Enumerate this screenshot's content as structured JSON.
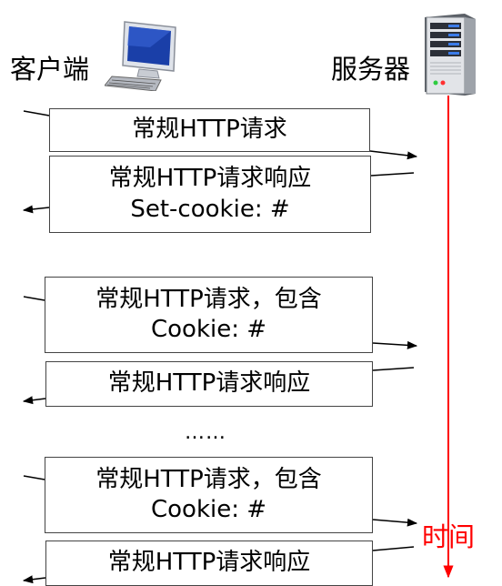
{
  "participants": {
    "client": "客户端",
    "server": "服务器"
  },
  "messages": [
    {
      "direction": "to_server",
      "lines": [
        "常规HTTP请求"
      ]
    },
    {
      "direction": "to_client",
      "lines": [
        "常规HTTP请求响应",
        "Set-cookie: #"
      ]
    },
    {
      "direction": "to_server",
      "lines": [
        "常规HTTP请求，包含",
        "Cookie: #"
      ]
    },
    {
      "direction": "to_client",
      "lines": [
        "常规HTTP请求响应"
      ]
    },
    {
      "direction": "to_server",
      "lines": [
        "常规HTTP请求，包含",
        "Cookie: #"
      ]
    },
    {
      "direction": "to_client",
      "lines": [
        "常规HTTP请求响应"
      ]
    }
  ],
  "ellipsis": "……",
  "time_label": "时间",
  "colors": {
    "timeline": "#ff0000",
    "box_border": "#444444",
    "arrow": "#000000"
  },
  "icons": {
    "client": "computer-icon",
    "server": "server-icon"
  }
}
